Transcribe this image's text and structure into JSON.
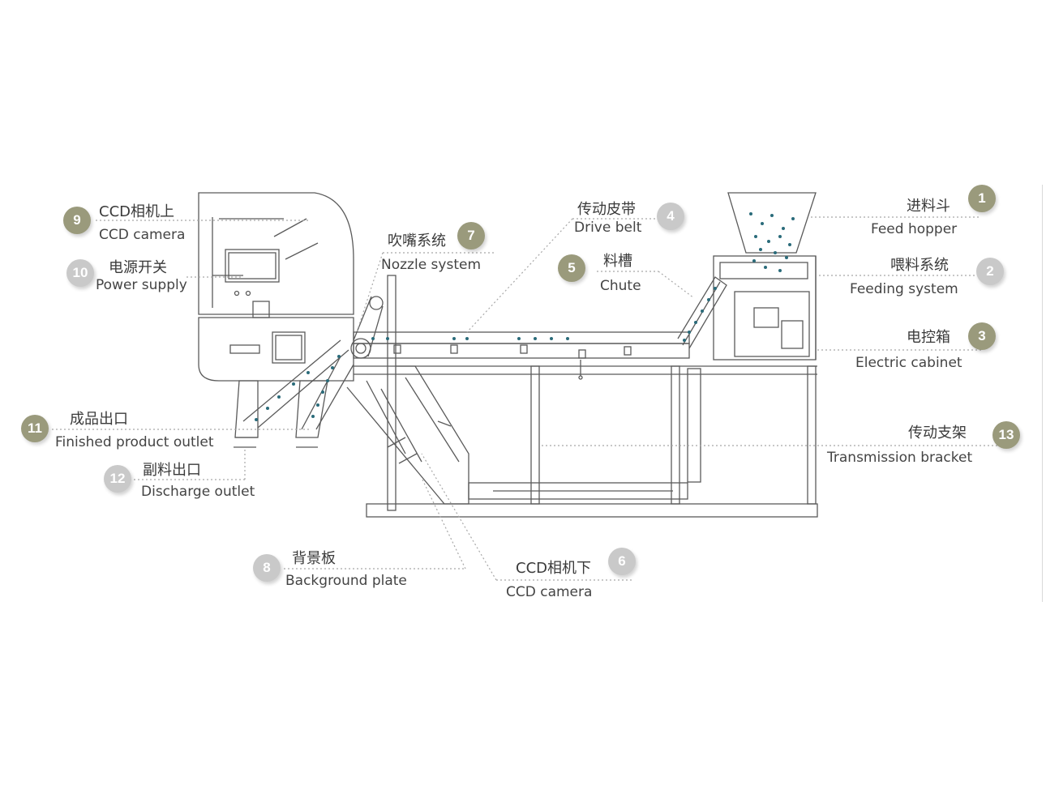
{
  "labels": [
    {
      "id": "9",
      "zh": "CCD相机上",
      "en": "CCD camera",
      "badge_color": "#9a9a7c"
    },
    {
      "id": "10",
      "zh": "电源开关",
      "en": "Power supply",
      "badge_color": "#c9c9c9"
    },
    {
      "id": "7",
      "zh": "吹嘴系统",
      "en": "Nozzle system",
      "badge_color": "#9a9a7c"
    },
    {
      "id": "4",
      "zh": "传动皮带",
      "en": "Drive belt",
      "badge_color": "#c9c9c9"
    },
    {
      "id": "5",
      "zh": "料槽",
      "en": "Chute",
      "badge_color": "#9a9a7c"
    },
    {
      "id": "1",
      "zh": "进料斗",
      "en": "Feed hopper",
      "badge_color": "#9a9a7c"
    },
    {
      "id": "2",
      "zh": "喂料系统",
      "en": "Feeding system",
      "badge_color": "#c9c9c9"
    },
    {
      "id": "3",
      "zh": "电控箱",
      "en": "Electric cabinet",
      "badge_color": "#9a9a7c"
    },
    {
      "id": "13",
      "zh": "传动支架",
      "en": "Transmission bracket",
      "badge_color": "#9a9a7c"
    },
    {
      "id": "11",
      "zh": "成品出口",
      "en": "Finished product outlet",
      "badge_color": "#9a9a7c"
    },
    {
      "id": "12",
      "zh": "副料出口",
      "en": "Discharge outlet",
      "badge_color": "#c9c9c9"
    },
    {
      "id": "8",
      "zh": "背景板",
      "en": "Background plate",
      "badge_color": "#c9c9c9"
    },
    {
      "id": "6",
      "zh": "CCD相机下",
      "en": "CCD camera",
      "badge_color": "#c9c9c9"
    }
  ],
  "colors": {
    "line": "#555555",
    "grain": "#2a6b7a",
    "leader": "#9a9a9a",
    "olive": "#9a9a7c",
    "grey": "#c9c9c9"
  }
}
